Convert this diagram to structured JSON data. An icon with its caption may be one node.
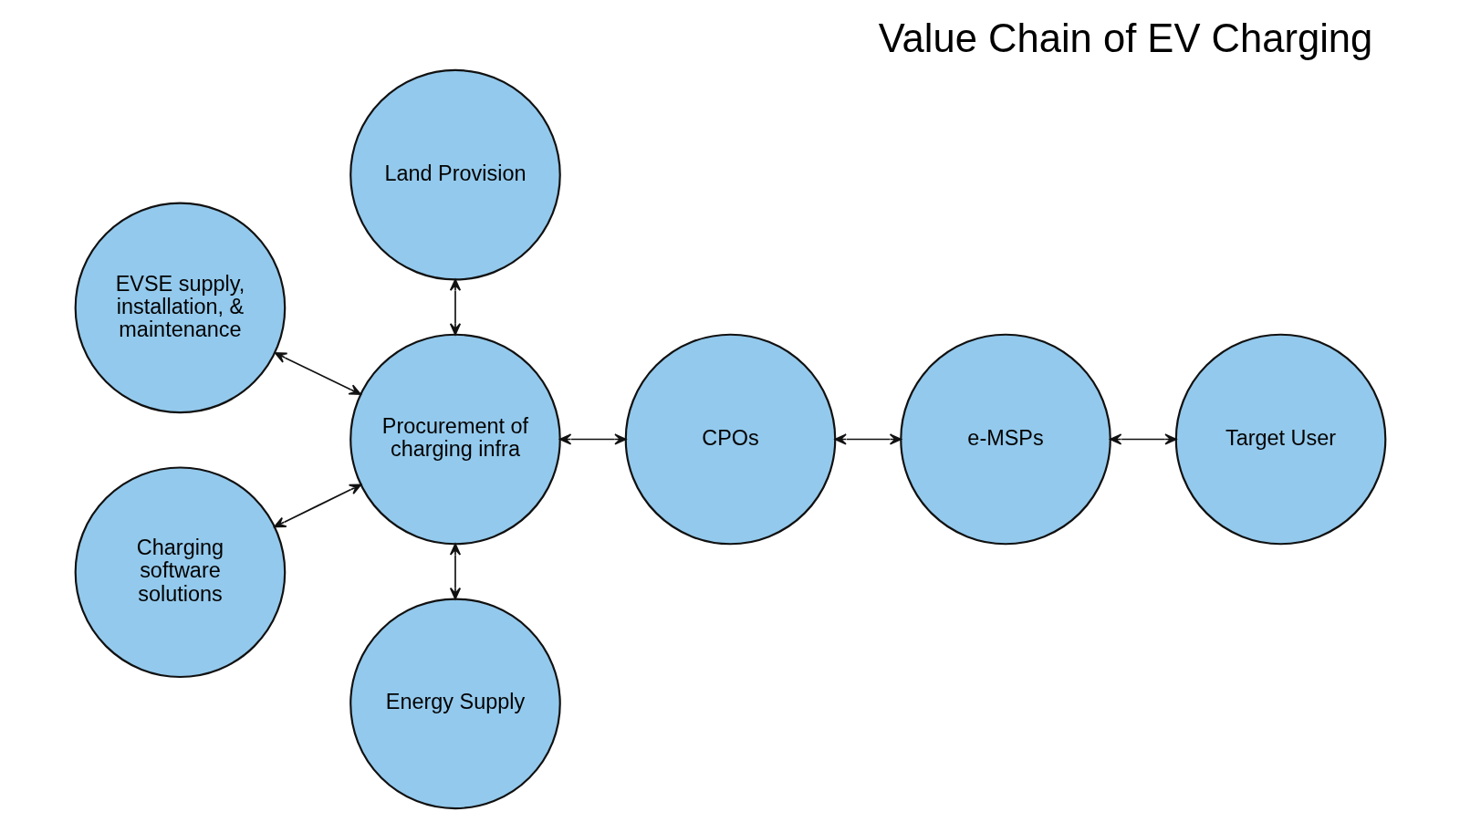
{
  "diagram": {
    "title": "Value Chain of EV Charging",
    "nodes": [
      {
        "text": [
          "Land Provision"
        ]
      },
      {
        "text": [
          "EVSE supply, installation, & maintenance"
        ]
      },
      {
        "text": [
          "Procurement of charging infra"
        ]
      },
      {
        "text": [
          "CPOs"
        ]
      },
      {
        "text": [
          "e-MSPs"
        ]
      },
      {
        "text": [
          "Target User"
        ]
      },
      {
        "text": [
          "Charging software solutions"
        ]
      },
      {
        "text": [
          "Energy Supply"
        ]
      }
    ],
    "edges": [
      {
        "from": 0,
        "to": 2,
        "arrow": "both"
      },
      {
        "from": 1,
        "to": 2,
        "arrow": "both"
      },
      {
        "from": 2,
        "to": 3,
        "arrow": "both"
      },
      {
        "from": 3,
        "to": 4,
        "arrow": "both"
      },
      {
        "from": 4,
        "to": 5,
        "arrow": "both"
      },
      {
        "from": 6,
        "to": 2,
        "arrow": "both"
      },
      {
        "from": 2,
        "to": 7,
        "arrow": "both"
      }
    ]
  }
}
